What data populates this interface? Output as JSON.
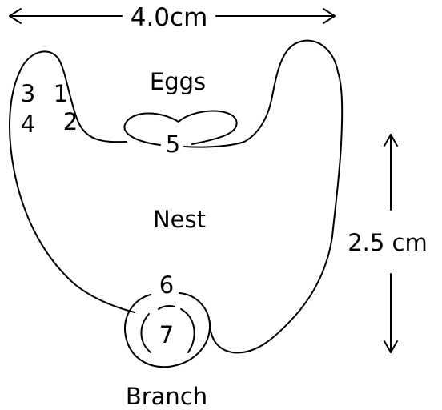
{
  "diagram": {
    "width_label": "4.0cm",
    "height_label": "2.5 cm",
    "eggs_label": "Eggs",
    "nest_label": "Nest",
    "branch_label": "Branch",
    "positions": {
      "p1": "1",
      "p2": "2",
      "p3": "3",
      "p4": "4",
      "p5": "5",
      "p6": "6",
      "p7": "7"
    }
  },
  "colors": {
    "ink": "#000000",
    "background": "#ffffff"
  }
}
